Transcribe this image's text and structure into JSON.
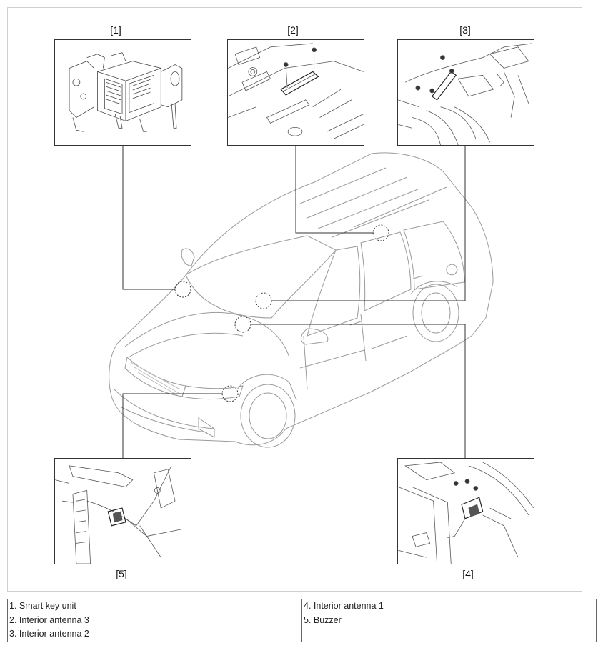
{
  "callouts": {
    "c1": "[1]",
    "c2": "[2]",
    "c3": "[3]",
    "c4": "[4]",
    "c5": "[5]"
  },
  "legend": {
    "left": [
      "1. Smart key unit",
      "2. Interior antenna 3",
      "3. Interior antenna 2"
    ],
    "right": [
      "4. Interior antenna 1",
      "5. Buzzer"
    ]
  },
  "colors": {
    "line": "#333333",
    "car_line": "#9a9a9a",
    "frame": "#cfcfcf"
  }
}
